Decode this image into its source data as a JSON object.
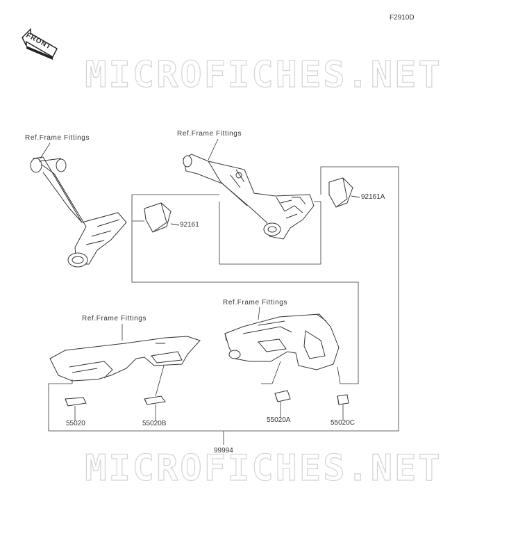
{
  "figure_code": "F2910D",
  "front_label": "FRONT",
  "watermark": "MICROFICHES.NET",
  "ref_labels": {
    "a": "Ref.Frame Fittings",
    "b": "Ref.Frame Fittings",
    "c": "Ref.Frame Fittings",
    "d": "Ref.Frame Fittings"
  },
  "parts": {
    "p92161": "92161",
    "p92161A": "92161A",
    "p55020": "55020",
    "p55020B": "55020B",
    "p55020A": "55020A",
    "p55020C": "55020C",
    "p99994": "99994"
  }
}
